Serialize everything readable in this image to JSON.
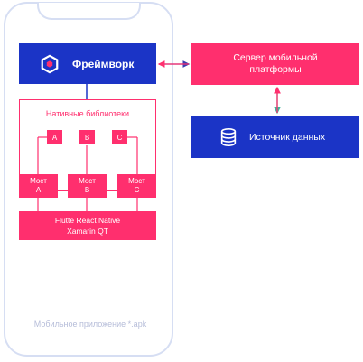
{
  "framework": {
    "label": "Фреймворк"
  },
  "native": {
    "title": "Нативные библиотеки",
    "libs": [
      "A",
      "B",
      "C"
    ]
  },
  "bridges": [
    {
      "line1": "Мост",
      "line2": "A"
    },
    {
      "line1": "Мост",
      "line2": "B"
    },
    {
      "line1": "Мост",
      "line2": "C"
    }
  ],
  "platforms": {
    "line1": "Flutte React Native",
    "line2": "Xamarin QT"
  },
  "app_label": "Мобильное приложение *.apk",
  "server": {
    "line1": "Сервер мобильной",
    "line2": "платформы"
  },
  "datasource": {
    "label": "Источник данных"
  },
  "colors": {
    "blue": "#1b34c6",
    "pink": "#ff2f6e",
    "outline": "#d6def3",
    "arrow_blue": "#3b3fb0",
    "arrow_green": "#3fb59a"
  },
  "icons": [
    "hexagon-logo-icon",
    "database-icon"
  ]
}
